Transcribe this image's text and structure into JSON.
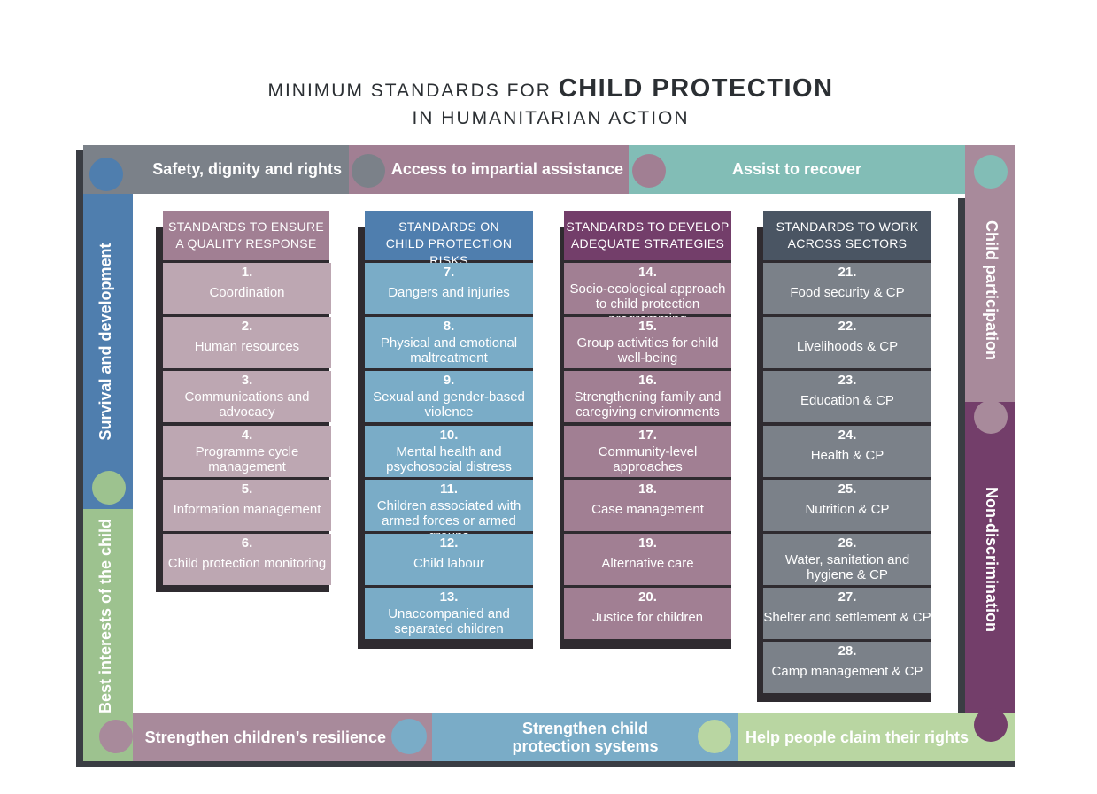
{
  "title": {
    "line1_pre": "MINIMUM STANDARDS FOR",
    "line1_bold": "CHILD PROTECTION",
    "line2": "IN HUMANITARIAN ACTION"
  },
  "frame": {
    "top": [
      "Safety, dignity and rights",
      "Access to impartial assistance",
      "Assist to recover"
    ],
    "left_top": "Survival and development",
    "left_bottom": "Best interests of the child",
    "right_top": "Child participation",
    "right_bottom": "Non-discrimination",
    "bottom": [
      "Strengthen children’s resilience",
      "Strengthen child protection systems",
      "Help people claim their rights"
    ]
  },
  "colors": {
    "gray_band": "#7b8189",
    "mauve_band": "#a17f93",
    "teal_band": "#82bdb6",
    "blue_band": "#4f7eae",
    "green_band": "#9dc28f",
    "rose_band": "#a88a9b",
    "purple_band": "#733e6a",
    "lightblue_band": "#7aacc7",
    "lightgreen_band": "#b9d6a2"
  },
  "columns": [
    {
      "header_line1": "STANDARDS TO ENSURE",
      "header_line2": "A QUALITY RESPONSE",
      "items": [
        {
          "num": "1.",
          "label": "Coordination"
        },
        {
          "num": "2.",
          "label": "Human resources"
        },
        {
          "num": "3.",
          "label": "Communications and advocacy"
        },
        {
          "num": "4.",
          "label": "Programme cycle management"
        },
        {
          "num": "5.",
          "label": "Information management"
        },
        {
          "num": "6.",
          "label": "Child protection monitoring"
        }
      ]
    },
    {
      "header_line1": "STANDARDS ON",
      "header_line2": "CHILD PROTECTION RISKS",
      "items": [
        {
          "num": "7.",
          "label": "Dangers and injuries"
        },
        {
          "num": "8.",
          "label": "Physical and emotional maltreatment"
        },
        {
          "num": "9.",
          "label": "Sexual and gender-based violence"
        },
        {
          "num": "10.",
          "label": "Mental health and psychosocial distress"
        },
        {
          "num": "11.",
          "label": "Children associated with armed forces or armed groups"
        },
        {
          "num": "12.",
          "label": "Child labour"
        },
        {
          "num": "13.",
          "label": "Unaccompanied and separated children"
        }
      ]
    },
    {
      "header_line1": "STANDARDS TO DEVELOP",
      "header_line2": "ADEQUATE STRATEGIES",
      "items": [
        {
          "num": "14.",
          "label": "Socio-ecological approach to child protection programming"
        },
        {
          "num": "15.",
          "label": "Group activities for child well-being"
        },
        {
          "num": "16.",
          "label": "Strengthening family and caregiving environments"
        },
        {
          "num": "17.",
          "label": "Community-level approaches"
        },
        {
          "num": "18.",
          "label": "Case management"
        },
        {
          "num": "19.",
          "label": "Alternative care"
        },
        {
          "num": "20.",
          "label": "Justice for children"
        }
      ]
    },
    {
      "header_line1": "STANDARDS TO WORK",
      "header_line2": "ACROSS SECTORS",
      "items": [
        {
          "num": "21.",
          "label": "Food security & CP"
        },
        {
          "num": "22.",
          "label": "Livelihoods & CP"
        },
        {
          "num": "23.",
          "label": "Education & CP"
        },
        {
          "num": "24.",
          "label": "Health & CP"
        },
        {
          "num": "25.",
          "label": "Nutrition & CP"
        },
        {
          "num": "26.",
          "label": "Water, sanitation and hygiene & CP"
        },
        {
          "num": "27.",
          "label": "Shelter and settlement & CP"
        },
        {
          "num": "28.",
          "label": "Camp management & CP"
        }
      ]
    }
  ]
}
